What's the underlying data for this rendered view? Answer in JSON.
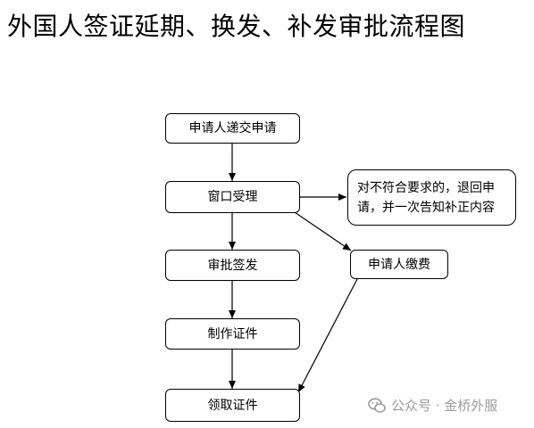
{
  "title": "外国人签证延期、换发、补发审批流程图",
  "nodes": {
    "submit": "申请人递交申请",
    "accept": "窗口受理",
    "approve": "审批签发",
    "make": "制作证件",
    "collect": "领取证件",
    "pay": "申请人缴费",
    "reject": "对不符合要求的，退回申请，并一次告知补正内容"
  },
  "watermark": {
    "icon": "wechat-icon",
    "text": "公众号 · 金桥外服"
  }
}
